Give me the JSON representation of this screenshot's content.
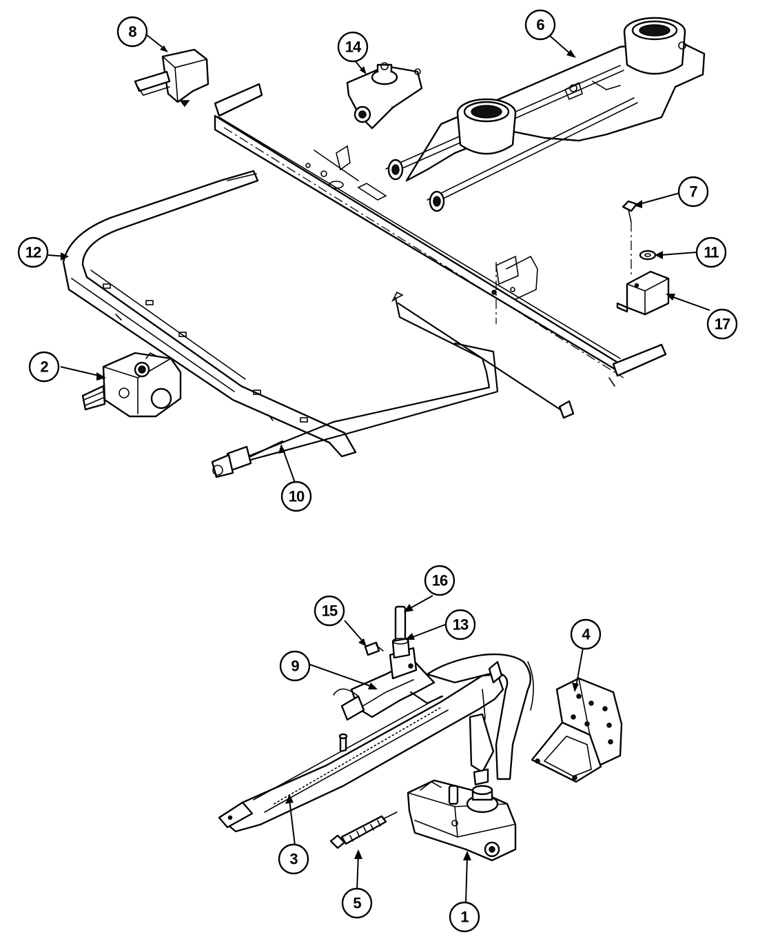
{
  "callouts": [
    {
      "id": "8",
      "label": "8"
    },
    {
      "id": "14",
      "label": "14"
    },
    {
      "id": "6",
      "label": "6"
    },
    {
      "id": "7",
      "label": "7"
    },
    {
      "id": "11",
      "label": "11"
    },
    {
      "id": "17",
      "label": "17"
    },
    {
      "id": "12",
      "label": "12"
    },
    {
      "id": "2",
      "label": "2"
    },
    {
      "id": "10",
      "label": "10"
    },
    {
      "id": "16",
      "label": "16"
    },
    {
      "id": "15",
      "label": "15"
    },
    {
      "id": "13",
      "label": "13"
    },
    {
      "id": "9",
      "label": "9"
    },
    {
      "id": "4",
      "label": "4"
    },
    {
      "id": "3",
      "label": "3"
    },
    {
      "id": "5",
      "label": "5"
    },
    {
      "id": "1",
      "label": "1"
    }
  ],
  "colors": {
    "ink": "#000000",
    "paper": "#ffffff"
  }
}
